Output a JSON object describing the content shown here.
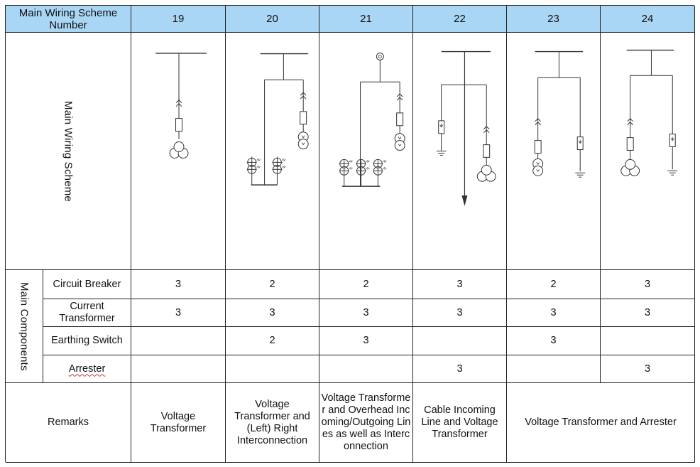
{
  "header": {
    "scheme_number_label": "Main Wiring Scheme Number",
    "columns": [
      "19",
      "20",
      "21",
      "22",
      "23",
      "24"
    ]
  },
  "scheme_row": {
    "label": "Main Wiring Scheme",
    "diagrams": [
      "single-feeder-voltage-transformer-icon",
      "left-right-interconnection-with-vt-icon",
      "overhead-lines-interconnection-with-vt-icon",
      "cable-incoming-with-vt-icon",
      "vt-and-arrester-left-icon",
      "vt-and-arrester-right-icon"
    ]
  },
  "components": {
    "group_label": "Main Components",
    "rows": [
      {
        "label": "Circuit Breaker",
        "values": [
          "3",
          "2",
          "2",
          "3",
          "2",
          "3"
        ]
      },
      {
        "label": "Current Transformer",
        "values": [
          "3",
          "3",
          "3",
          "3",
          "3",
          "3"
        ]
      },
      {
        "label": "Earthing Switch",
        "values": [
          "",
          "2",
          "3",
          "",
          "3",
          ""
        ]
      },
      {
        "label": "Arrester",
        "values": [
          "",
          "",
          "",
          "3",
          "",
          "3"
        ]
      }
    ]
  },
  "remarks": {
    "label": "Remarks",
    "values": [
      "Voltage Transformer",
      "Voltage Transformer and (Left) Right Interconnection",
      "Voltage Transformer and Overhead Incoming/Outgoing Lines as well as Interconnection",
      "Cable Incoming Line and Voltage Transformer",
      "Voltage Transformer and Arrester"
    ]
  }
}
